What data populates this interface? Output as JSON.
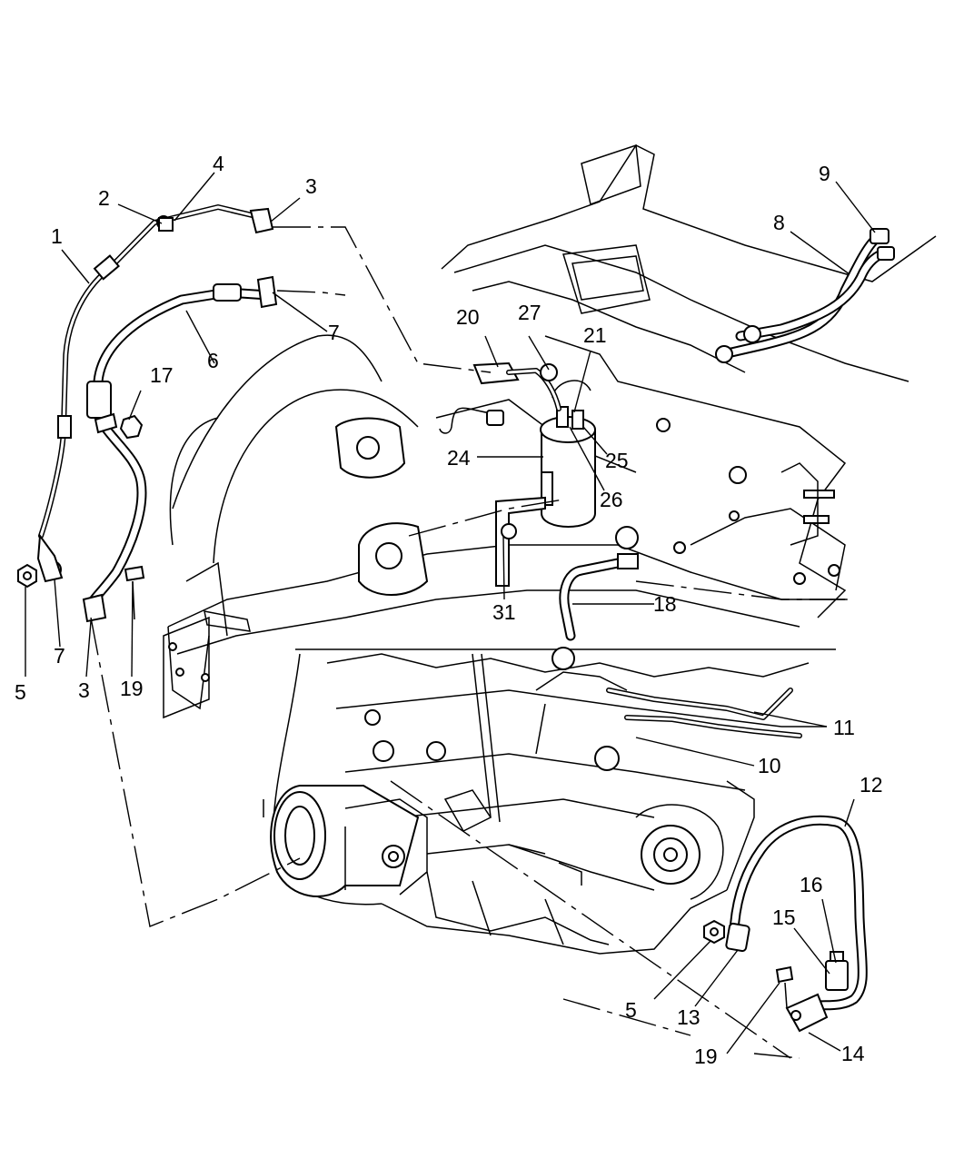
{
  "callouts": {
    "c1": "1",
    "c2": "2",
    "c3a": "3",
    "c3b": "3",
    "c4": "4",
    "c5a": "5",
    "c5b": "5",
    "c6": "6",
    "c7a": "7",
    "c7b": "7",
    "c8": "8",
    "c9": "9",
    "c10": "10",
    "c11": "11",
    "c12": "12",
    "c13": "13",
    "c14": "14",
    "c15": "15",
    "c16": "16",
    "c17": "17",
    "c18": "18",
    "c19a": "19",
    "c19b": "19",
    "c20": "20",
    "c21": "21",
    "c24": "24",
    "c25": "25",
    "c26": "26",
    "c27": "27",
    "c31": "31"
  }
}
